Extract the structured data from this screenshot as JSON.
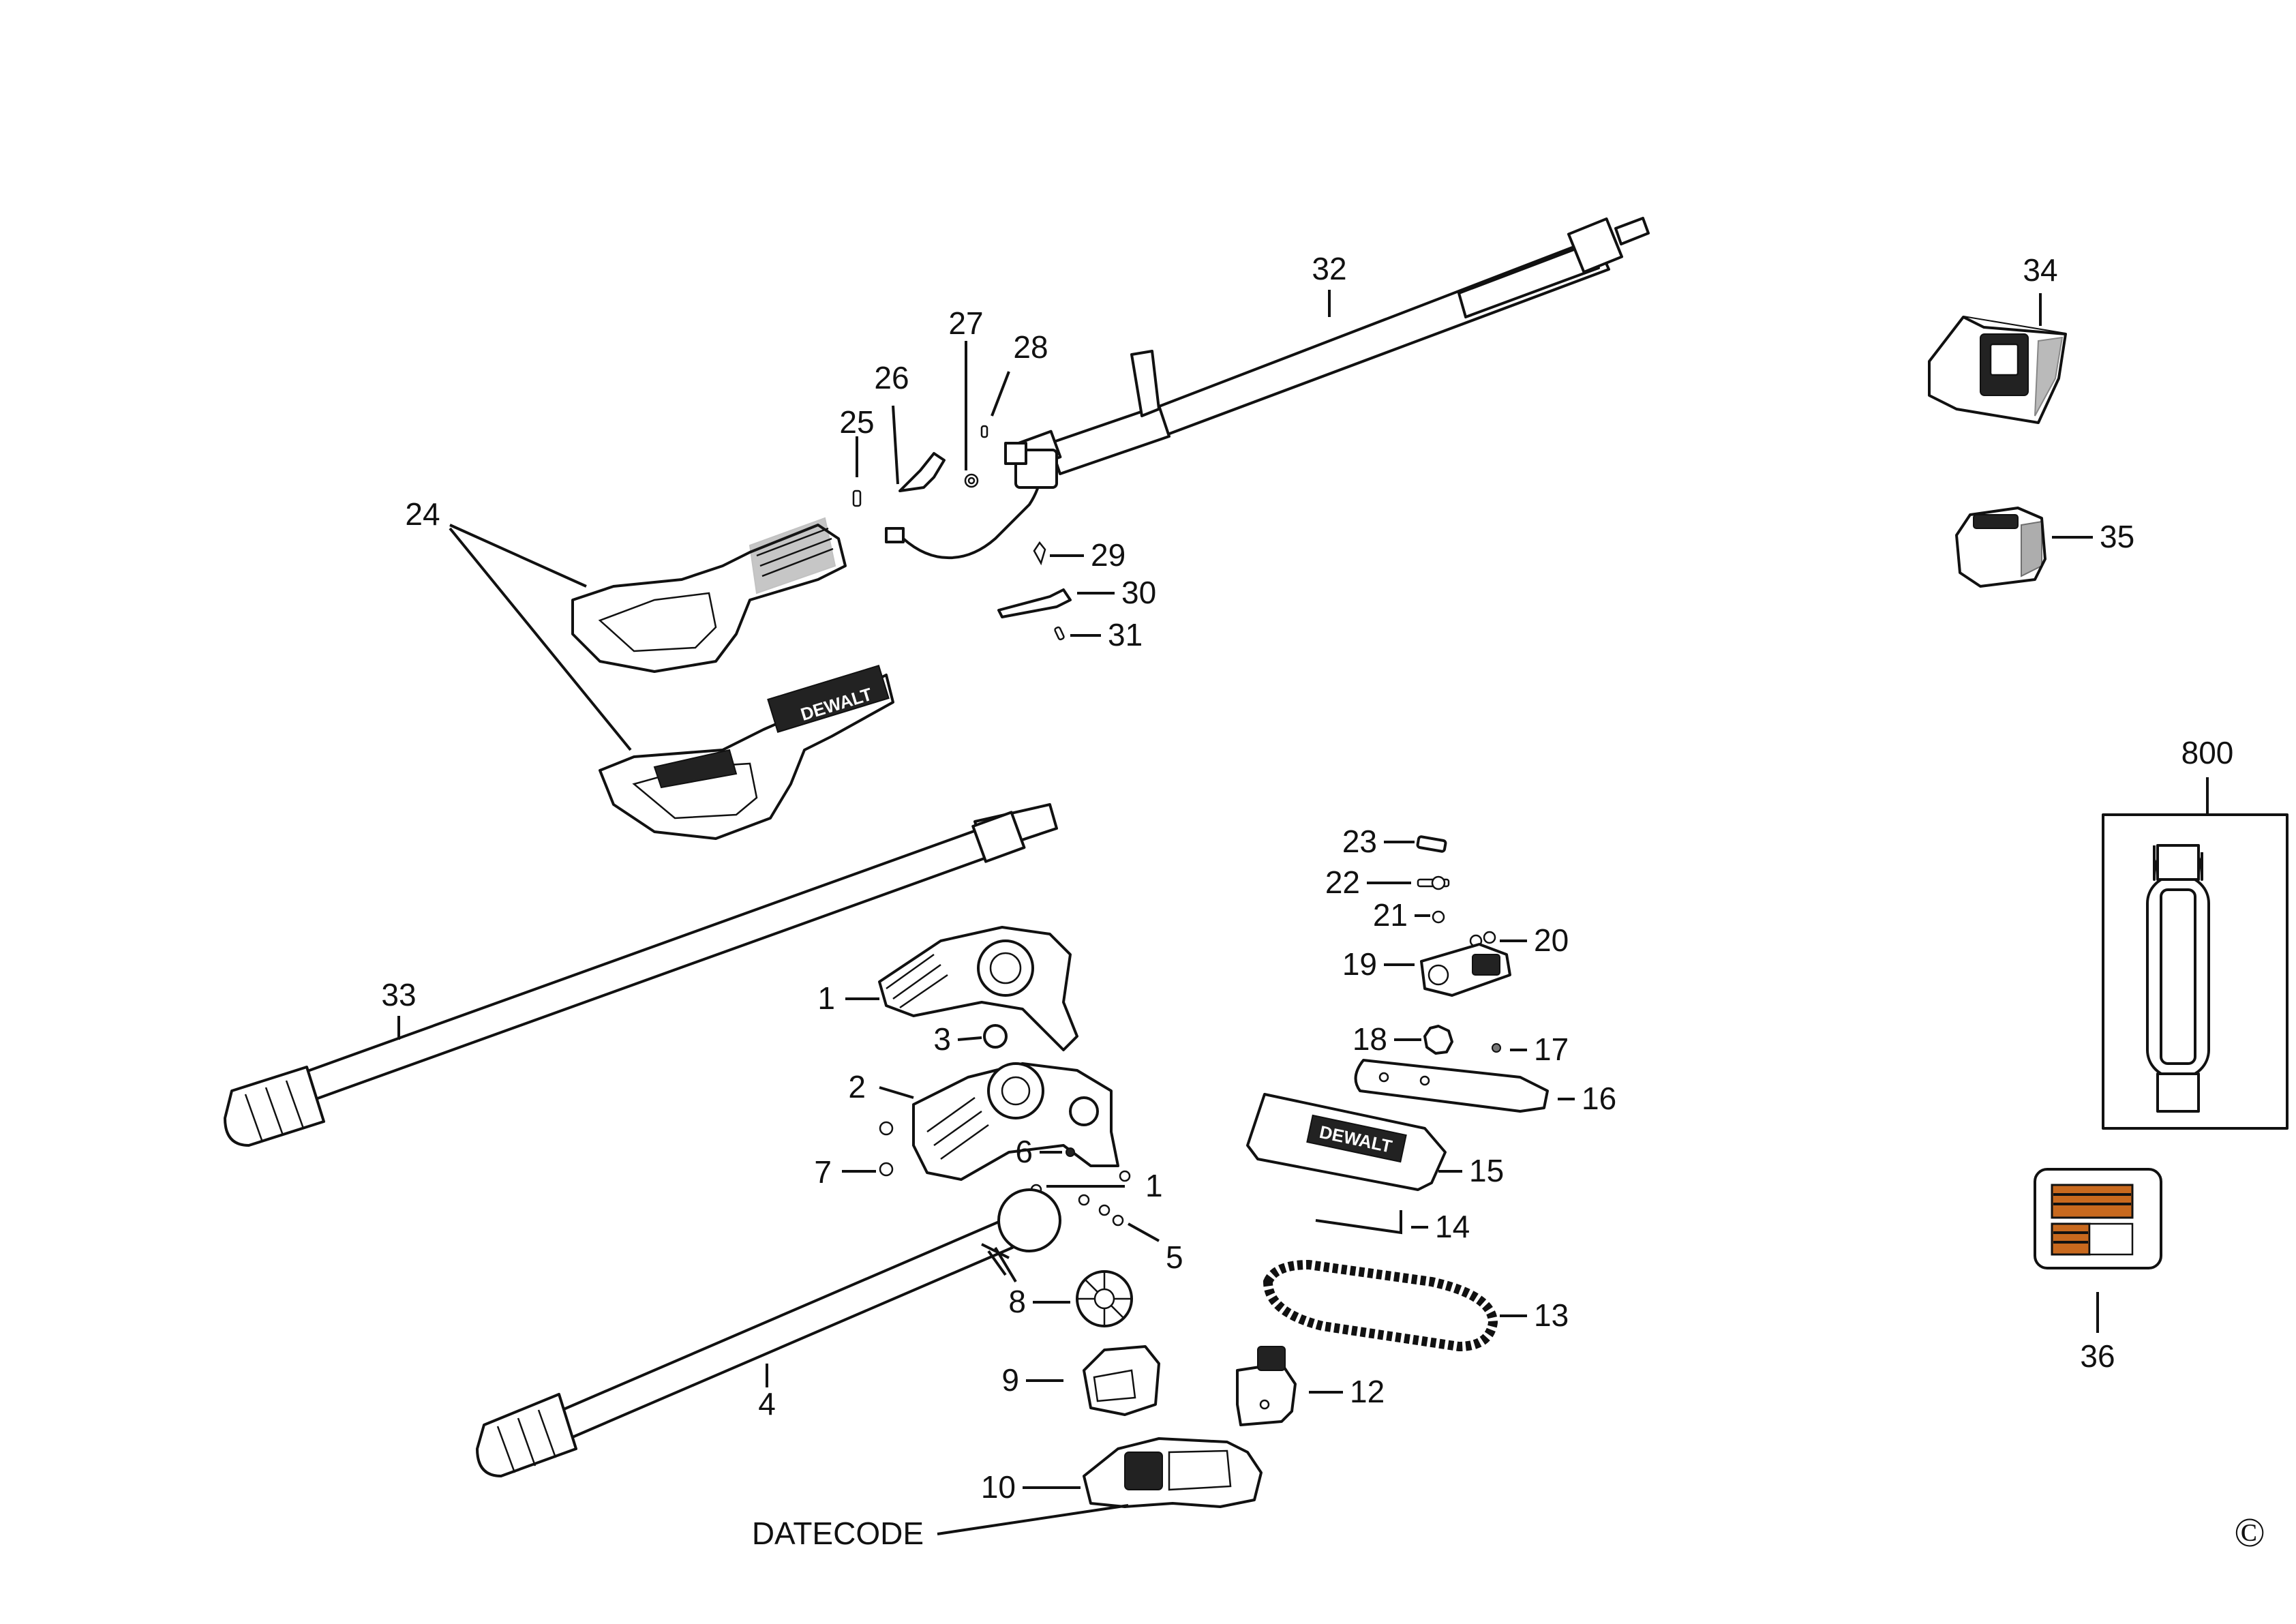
{
  "labels": {
    "p1a": "1",
    "p1b": "1",
    "p2": "2",
    "p3": "3",
    "p4": "4",
    "p5": "5",
    "p6": "6",
    "p7": "7",
    "p8": "8",
    "p9": "9",
    "p10": "10",
    "p12": "12",
    "p13": "13",
    "p14": "14",
    "p15": "15",
    "p16": "16",
    "p17": "17",
    "p18": "18",
    "p19": "19",
    "p20": "20",
    "p21": "21",
    "p22": "22",
    "p23": "23",
    "p24": "24",
    "p25": "25",
    "p26": "26",
    "p27": "27",
    "p28": "28",
    "p29": "29",
    "p30": "30",
    "p31": "31",
    "p32": "32",
    "p33": "33",
    "p34": "34",
    "p35": "35",
    "p36": "36",
    "p800": "800"
  },
  "datecode": "DATECODE",
  "copyright": "©",
  "brand": {
    "handle": "DEWALT",
    "cover": "DEWALT"
  },
  "colors": {
    "line": "#111111",
    "accent_orange": "#c8691e"
  }
}
